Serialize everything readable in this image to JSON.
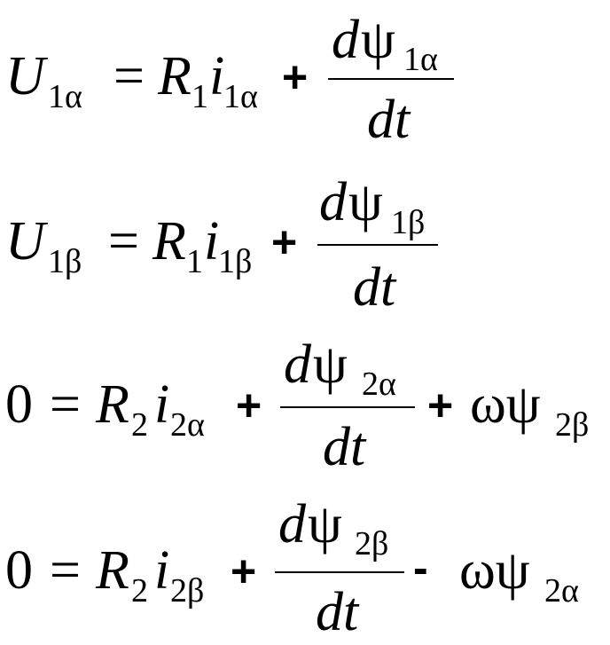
{
  "equations": [
    {
      "lhs_sym": "U",
      "lhs_sub": "1α",
      "eq": "=",
      "r": "R",
      "r_sub": "1",
      "i": "i",
      "i_sub": "1α",
      "plus": "+",
      "num_d": "d",
      "num_psi": "ψ",
      "num_sub": "1α",
      "den": "dt"
    },
    {
      "lhs_sym": "U",
      "lhs_sub": "1β",
      "eq": "=",
      "r": "R",
      "r_sub": "1",
      "i": "i",
      "i_sub": "1β",
      "plus": "+",
      "num_d": "d",
      "num_psi": "ψ",
      "num_sub": "1β",
      "den": "dt"
    },
    {
      "lhs": "0",
      "eq": "=",
      "r": "R",
      "r_sub": "2",
      "i": "i",
      "i_sub": "2α",
      "plus": "+",
      "num_d": "d",
      "num_psi": "ψ",
      "num_sub": "2α",
      "den": "dt",
      "tail_op": "+",
      "tail": "ωψ",
      "tail_sub": "2β"
    },
    {
      "lhs": "0",
      "eq": "=",
      "r": "R",
      "r_sub": "2",
      "i": "i",
      "i_sub": "2β",
      "plus": "+",
      "num_d": "d",
      "num_psi": "ψ",
      "num_sub": "2β",
      "den": "dt",
      "tail_op": "-",
      "tail": "ωψ",
      "tail_sub": "2α"
    }
  ]
}
